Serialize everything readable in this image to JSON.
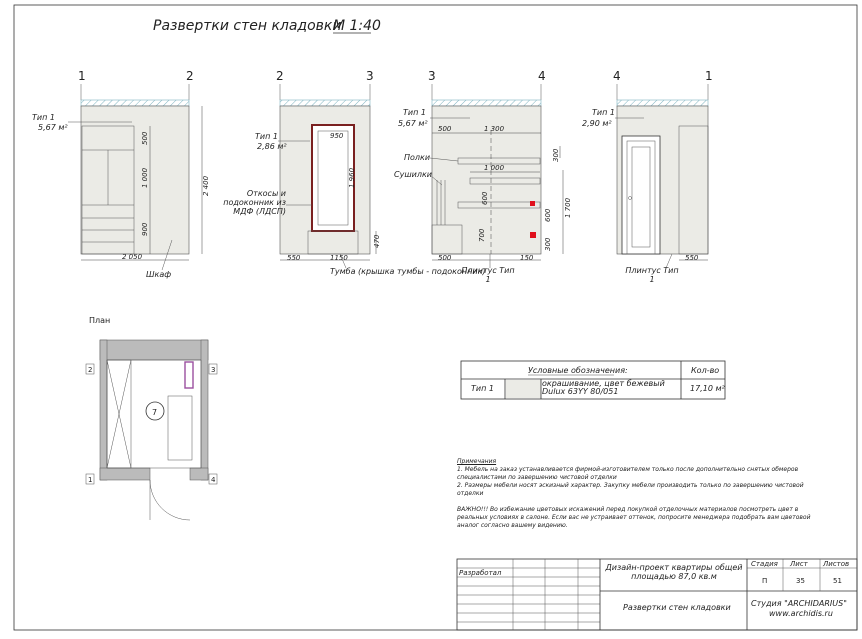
{
  "title": "Развертки стен кладовки",
  "scale": "М 1:40",
  "elevations": [
    {
      "axes": [
        "1",
        "2"
      ],
      "type_label": "Тип 1",
      "area": "5,67 м²",
      "dims": [
        "500",
        "1 000",
        "900",
        "2 400",
        "2 050"
      ],
      "callout": "Шкаф"
    },
    {
      "axes": [
        "2",
        "3"
      ],
      "type_label": "Тип 1",
      "area": "2,86 м²",
      "dims": [
        "950",
        "1 960",
        "470",
        "550",
        "1150"
      ],
      "callout_1": "Откосы и подоконник из МДФ (ЛДСП)",
      "callout_2": "Тумба (крышка тумбы - подоконник)"
    },
    {
      "axes": [
        "3",
        "4"
      ],
      "type_label": "Тип 1",
      "area": "5,67 м²",
      "dims": [
        "500",
        "1 300",
        "300",
        "1 000",
        "600",
        "700",
        "600",
        "1 700",
        "300",
        "500",
        "150"
      ],
      "callout_shelves": "Полки",
      "callout_dryers": "Сушилки",
      "callout_plinth": "Плинтус Тип 1"
    },
    {
      "axes": [
        "4",
        "1"
      ],
      "type_label": "Тип 1",
      "area": "2,90 м²",
      "dims": [
        "550"
      ],
      "callout_plinth": "Плинтус Тип 1"
    }
  ],
  "plan": {
    "label": "План",
    "room_number": "7",
    "markers": [
      "2",
      "3",
      "1",
      "4"
    ]
  },
  "legend": {
    "header_symbol": "Условные обозначения:",
    "header_qty": "Кол-во",
    "row_type": "Тип 1",
    "row_desc": "окрашивание, цвет бежевый Dulux 63YY 80/051",
    "row_qty": "17,10 м²",
    "swatch_color": "#ebebe6"
  },
  "notes": {
    "heading": "Примечания",
    "items": [
      "1. Мебель на заказ устанавливается фирмой-изготовителем только после дополнительно снятых обмеров специалистами по завершению чистовой отделки",
      "2. Размеры мебели носят эскизный характер. Закупку мебели производить только по завершению чистовой отделки"
    ],
    "important": "ВАЖНО!!! Во избежание цветовых искажений перед покупкой отделочных материалов посмотреть цвет в реальных условиях в салоне. Если вас не устраивает оттенок, попросите менеджера подобрать вам цветовой аналог согласно вашему видению."
  },
  "stamp": {
    "developed": "Разработал",
    "project": "Дизайн-проект квартиры общей площадью 87,0 кв.м",
    "sheet_title": "Развертки стен кладовки",
    "stage_label": "Стадия",
    "sheet_label": "Лист",
    "sheets_label": "Листов",
    "stage": "П",
    "sheet": "35",
    "sheets": "51",
    "studio": "Студия \"ARCHIDARIUS\"",
    "site": "www.archidis.ru"
  },
  "colors": {
    "wall_fill": "#ebebe6",
    "marker_red": "#e0101c",
    "hatch_blue": "#7fb3c0",
    "furniture_violet": "#9b4fa0"
  }
}
